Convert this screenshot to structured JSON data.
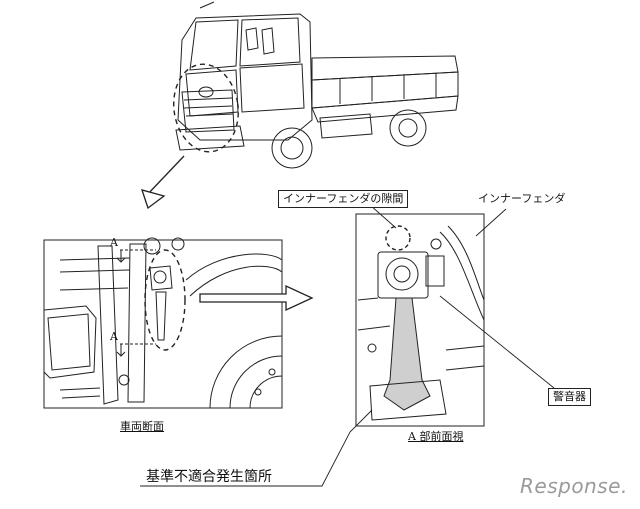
{
  "labels": {
    "gap": "インナーフェンダの隙間",
    "inner_fender": "インナーフェンダ",
    "horn": "警音器",
    "section_view": "車両断面",
    "front_view_a": "A 部前面視",
    "nonconformity": "基準不適合発生箇所",
    "marker_a_top": "A",
    "marker_a_bottom": "A"
  },
  "watermark": "Response."
}
